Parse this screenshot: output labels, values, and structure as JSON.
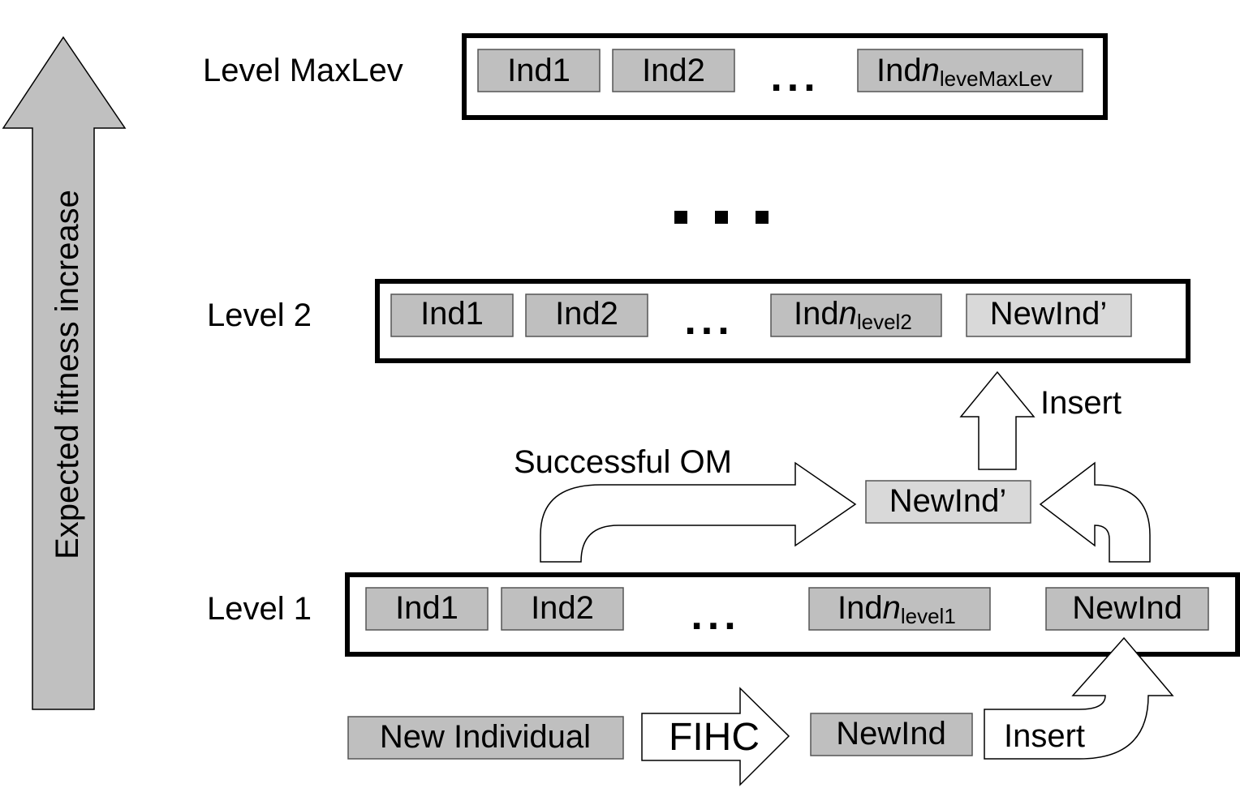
{
  "axis_arrow": {
    "label": "Expected fitness increase"
  },
  "levels": {
    "maxlev": {
      "label": "Level MaxLev",
      "ind1": "Ind1",
      "ind2": "Ind2",
      "ellipsis": "...",
      "last_main": "Ind",
      "last_italic": "n",
      "last_sub": "leveMaxLev"
    },
    "between_ellipsis": "...",
    "level2": {
      "label": "Level 2",
      "ind1": "Ind1",
      "ind2": "Ind2",
      "ellipsis": "...",
      "last_main": "Ind",
      "last_italic": "n",
      "last_sub": "level2",
      "new": "NewInd’"
    },
    "level1": {
      "label": "Level 1",
      "ind1": "Ind1",
      "ind2": "Ind2",
      "ellipsis": "...",
      "last_main": "Ind",
      "last_italic": "n",
      "last_sub": "level1",
      "new": "NewInd"
    }
  },
  "flow": {
    "insert_up": "Insert",
    "successful_om": "Successful OM",
    "newind_prime": "NewInd’",
    "new_individual": "New Individual",
    "fihc": "FIHC",
    "newind": "NewInd",
    "insert_bottom": "Insert"
  },
  "colors": {
    "box_fill": "#bfbfbf",
    "box_light": "#d9d9d9",
    "arrow_fill": "#c0c0c0",
    "stroke": "#000000"
  }
}
